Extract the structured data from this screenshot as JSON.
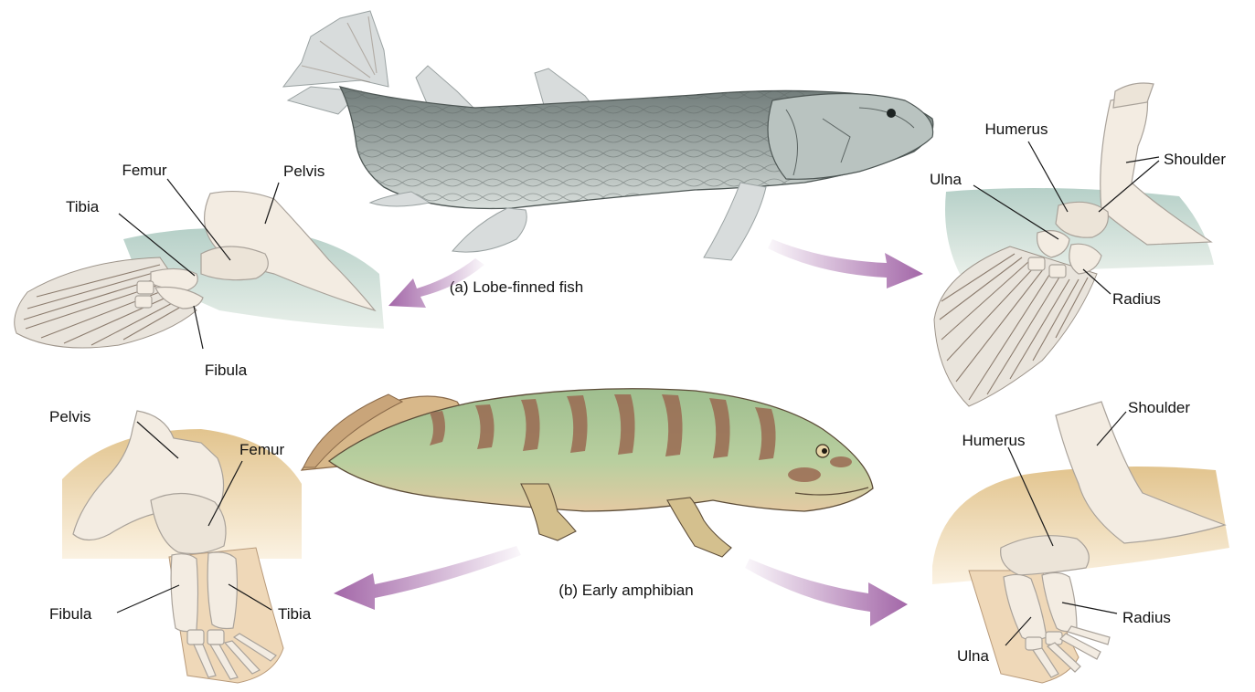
{
  "captions": {
    "fish": "(a) Lobe-finned fish",
    "amphibian": "(b) Early amphibian"
  },
  "labels": {
    "fish_hind": {
      "femur": "Femur",
      "pelvis": "Pelvis",
      "tibia": "Tibia",
      "fibula": "Fibula"
    },
    "fish_fore": {
      "humerus": "Humerus",
      "shoulder": "Shoulder",
      "ulna": "Ulna",
      "radius": "Radius"
    },
    "amphibian_hind": {
      "pelvis": "Pelvis",
      "femur": "Femur",
      "fibula": "Fibula",
      "tibia": "Tibia"
    },
    "amphibian_fore": {
      "shoulder": "Shoulder",
      "humerus": "Humerus",
      "radius": "Radius",
      "ulna": "Ulna"
    }
  },
  "colors": {
    "arrow": "#a367a8",
    "bone": "#f3ece2",
    "fish_body": "#9aa3a0",
    "amphibian_body": "#a9c49a",
    "amphibian_stripe": "#9a6a52"
  }
}
